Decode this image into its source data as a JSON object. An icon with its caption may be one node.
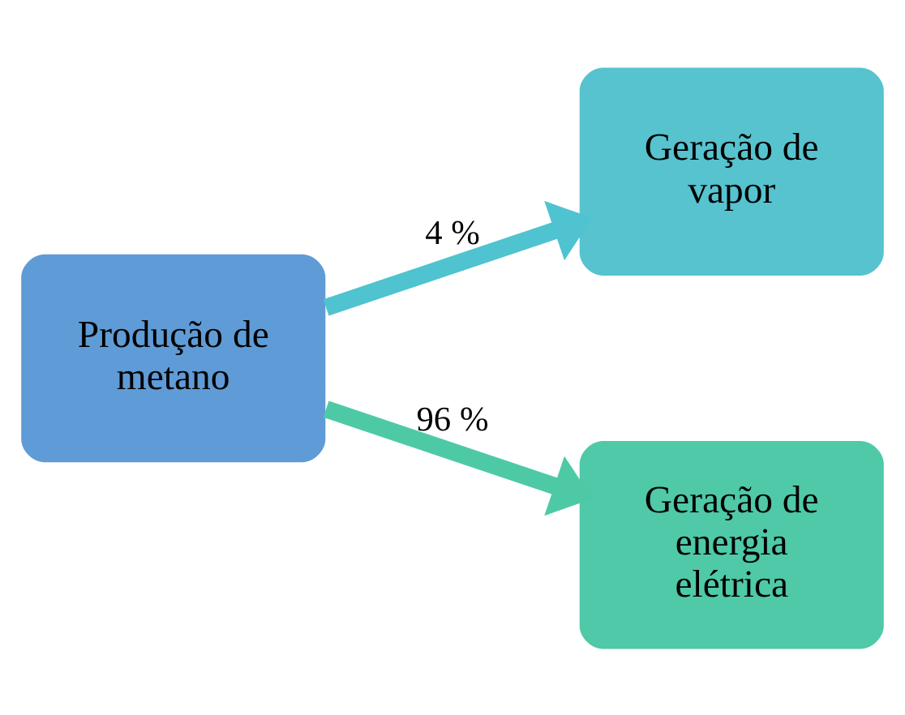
{
  "diagram": {
    "nodes": [
      {
        "text": [
          "Produção de metano"
        ]
      },
      {
        "text": [
          "Geração de vapor"
        ]
      },
      {
        "text": [
          "Geração de energia elétrica"
        ]
      }
    ],
    "edges": [
      {
        "from": 0,
        "to": 1,
        "arrow": "to",
        "label": "4 %",
        "color": "#4fc3cf"
      },
      {
        "from": 0,
        "to": 2,
        "arrow": "to",
        "label": "96 %",
        "color": "#4ec9a6"
      }
    ]
  }
}
